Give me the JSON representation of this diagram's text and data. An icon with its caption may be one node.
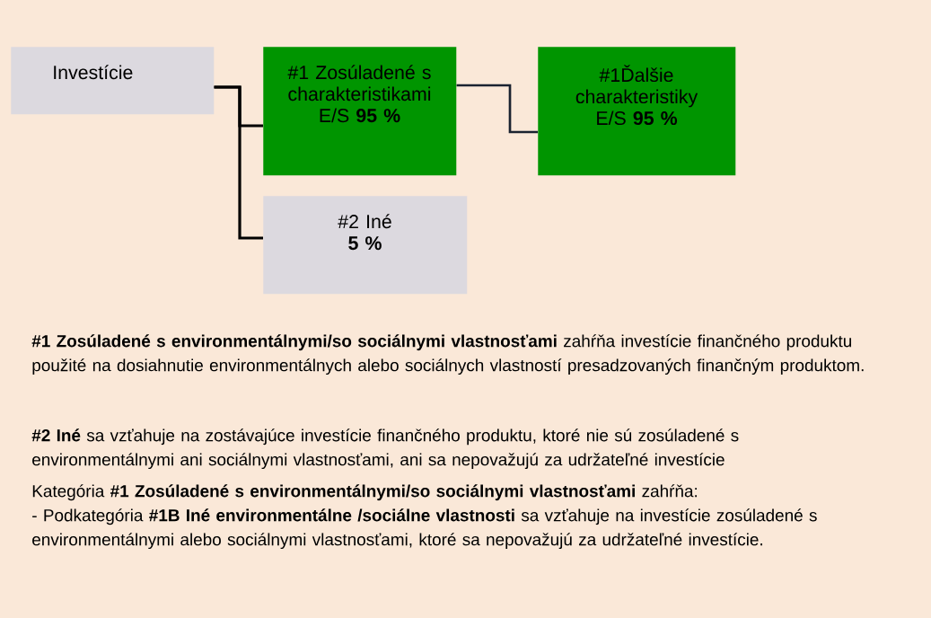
{
  "diagram": {
    "nodes": [
      {
        "text": [
          "Investície"
        ]
      },
      {
        "text": [
          "#1 Zosúladené s charakteristikami E/S **95 %**"
        ]
      },
      {
        "text": [
          "#1Ďalšie charakteristiky E/S **95 %**"
        ]
      },
      {
        "text": [
          "#2 Iné **5 %**"
        ]
      }
    ],
    "edges": [
      {
        "from": 0,
        "to": 1,
        "arrow": "none"
      },
      {
        "from": 0,
        "to": 3,
        "arrow": "none"
      },
      {
        "from": 1,
        "to": 2,
        "arrow": "none",
        "color": "#1a2230"
      }
    ],
    "labels": [
      "**#1 Zosúladené s environmentálnymi/so sociálnymi vlastnosťami** zahŕňa investície finančného produktu použité na dosiahnutie environmentálnych alebo sociálnych vlastností presadzovaných finančným produktom.",
      "**#2 Iné** sa vzťahuje na zostávajúce investície finančného produktu, ktoré nie sú zosúladené s environmentálnymi ani sociálnymi vlastnosťami, ani sa nepovažujú za udržateľné investície",
      "Kategória **#1 Zosúladené s environmentálnymi/so sociálnymi vlastnosťami** zahŕňa:",
      "- Podkategória **#1B Iné environmentálne /sociálne vlastnosti** sa vzťahuje na investície zosúladené s environmentálnymi alebo sociálnymi vlastnosťami, ktoré sa nepovažujú za udržateľné investície."
    ]
  }
}
